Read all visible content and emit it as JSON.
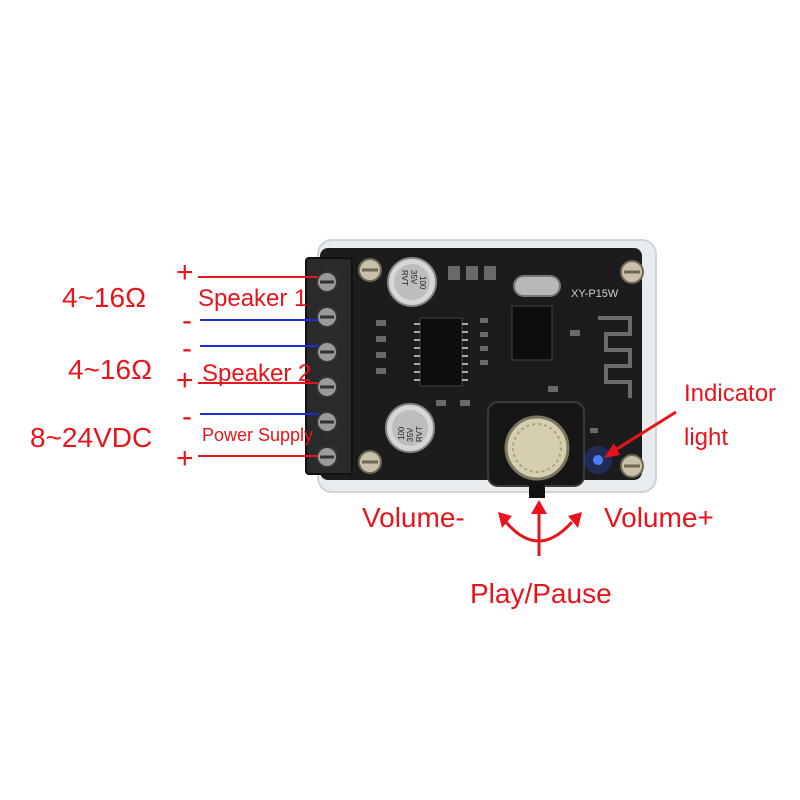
{
  "labels": {
    "impedance_1": "4~16Ω",
    "speaker_1": "Speaker 1",
    "impedance_2": "4~16Ω",
    "speaker_2": "Speaker 2",
    "voltage": "8~24VDC",
    "power_supply": "Power Supply",
    "indicator_1": "Indicator",
    "indicator_2": "light",
    "volume_minus": "Volume-",
    "volume_plus": "Volume+",
    "play_pause": "Play/Pause",
    "plus": "+",
    "minus": "-"
  },
  "board": {
    "model": "XY-P15W",
    "cap_top": [
      "100",
      "35V",
      "RVT"
    ],
    "cap_bottom": [
      "100",
      "35V",
      "RVT"
    ]
  },
  "colors": {
    "label_red": "#e8141b",
    "wire_red": "#e8141b",
    "wire_blue": "#1a2fd6",
    "pcb": "#1c1c1e",
    "led": "#2a5bff"
  }
}
